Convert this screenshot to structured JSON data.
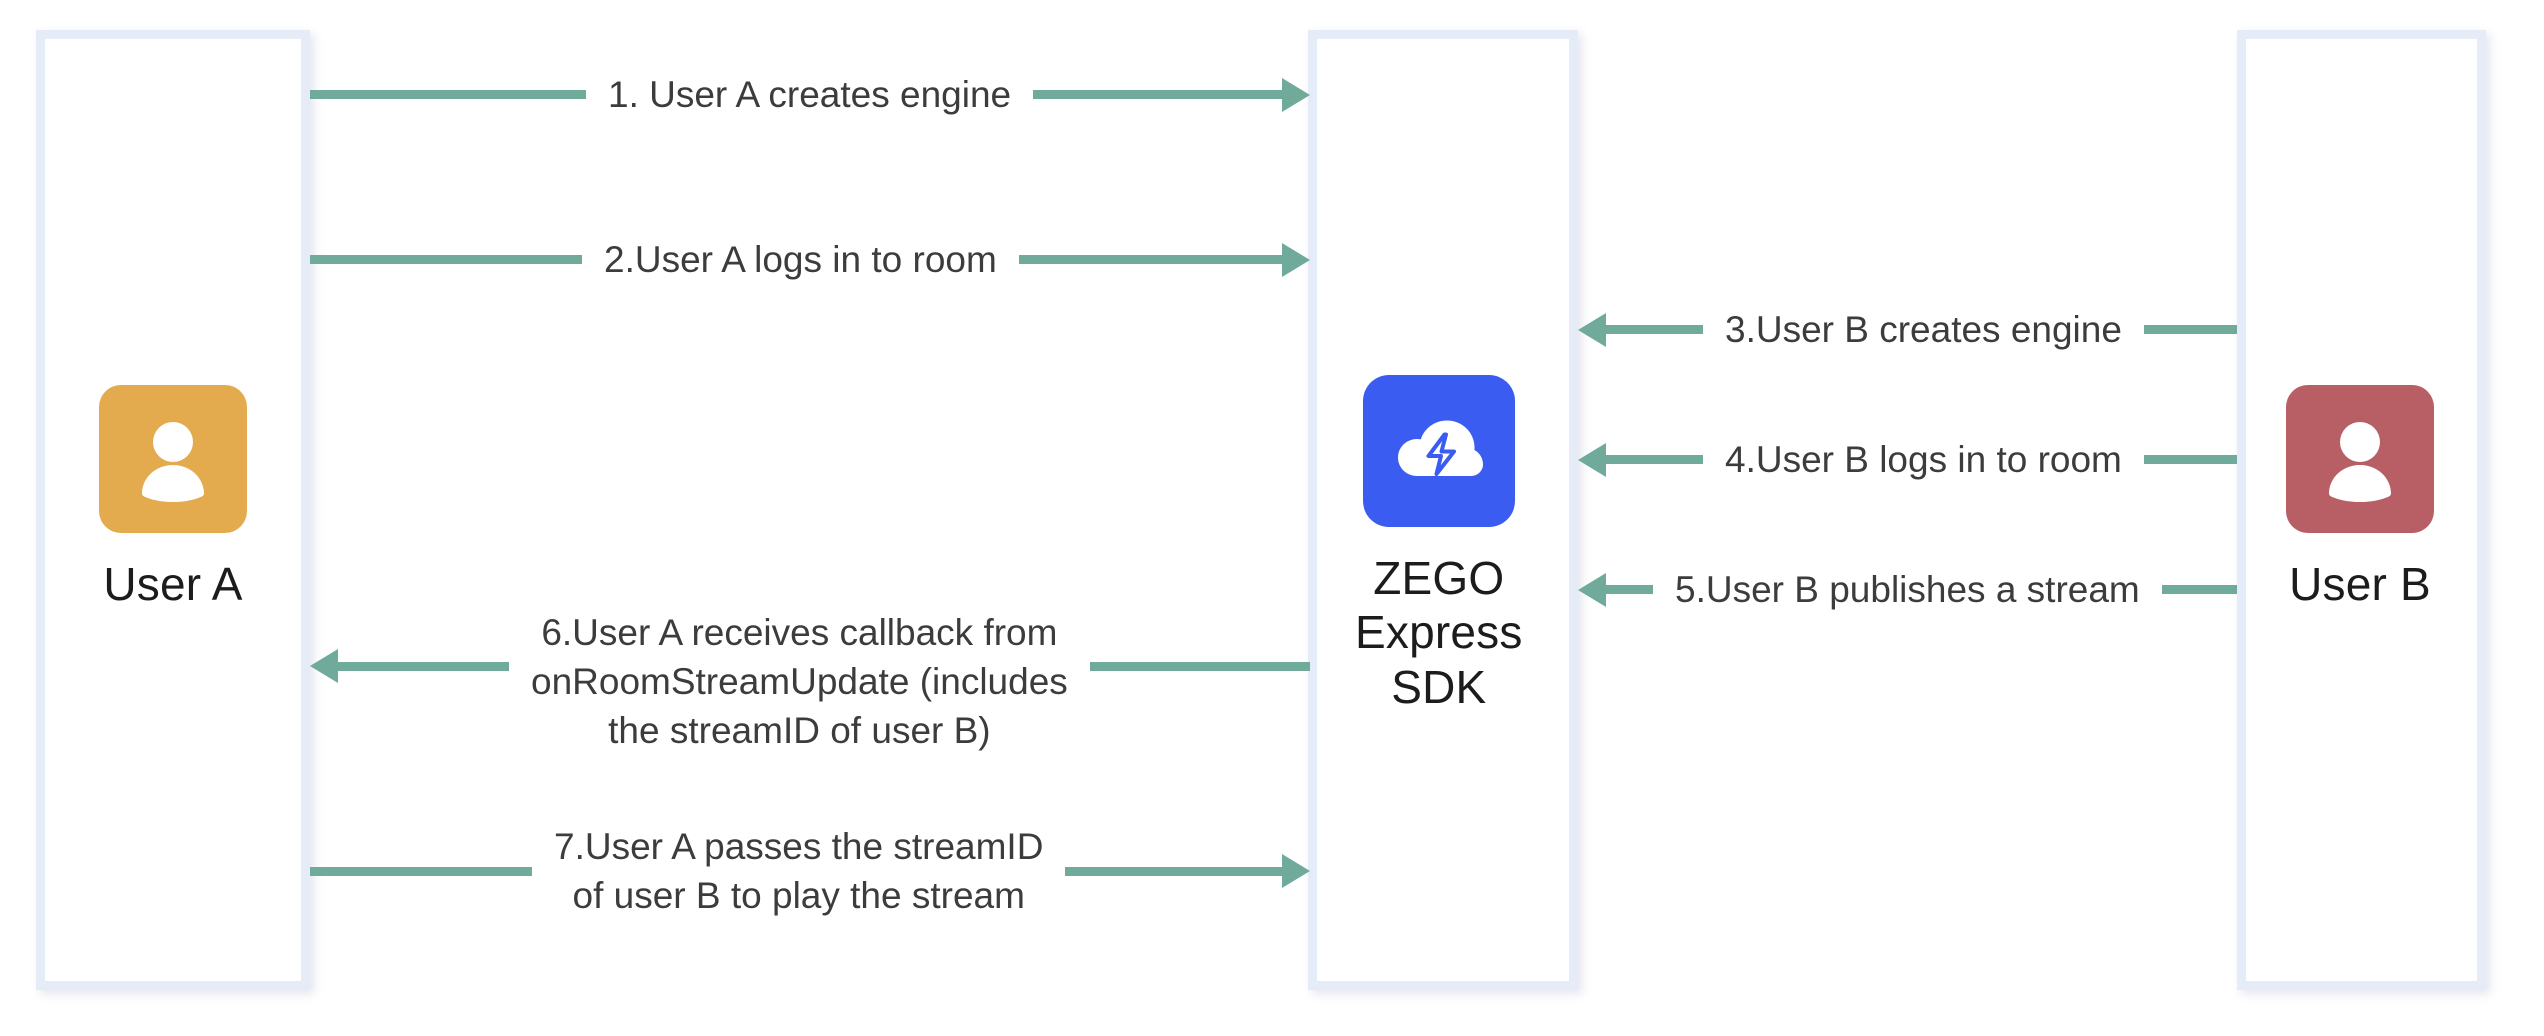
{
  "diagram": {
    "title": "ZEGO Express SDK publish and play sequence",
    "colors": {
      "arrow": "#6faa9b",
      "lifeline_border": "#e6ebf8",
      "user_a_avatar": "#e3ab4e",
      "user_b_avatar": "#b75f64",
      "sdk_brand": "#3a5cf0",
      "background": "#ffffff",
      "text": "#3c3c3c"
    }
  },
  "actors": [
    {
      "id": "user-a",
      "label": "User A",
      "icon": "person-avatar-icon",
      "color": "#e3ab4e"
    },
    {
      "id": "zego-express-sdk",
      "label": "ZEGO\nExpress\nSDK",
      "icon": "zego-cloud-bolt-icon",
      "color": "#3a5cf0"
    },
    {
      "id": "user-b",
      "label": "User B",
      "icon": "person-avatar-icon",
      "color": "#b75f64"
    }
  ],
  "messages": [
    {
      "step": 1,
      "label": "1. User A creates engine",
      "from": "user-a",
      "to": "zego-express-sdk",
      "direction": "right"
    },
    {
      "step": 2,
      "label": "2.User A logs in to room",
      "from": "user-a",
      "to": "zego-express-sdk",
      "direction": "right"
    },
    {
      "step": 3,
      "label": "3.User B creates engine",
      "from": "user-b",
      "to": "zego-express-sdk",
      "direction": "left"
    },
    {
      "step": 4,
      "label": "4.User B logs in to room",
      "from": "user-b",
      "to": "zego-express-sdk",
      "direction": "left"
    },
    {
      "step": 5,
      "label": "5.User B publishes a stream",
      "from": "user-b",
      "to": "zego-express-sdk",
      "direction": "left"
    },
    {
      "step": 6,
      "label": "6.User A receives callback from\nonRoomStreamUpdate (includes\nthe streamID of user B)",
      "from": "zego-express-sdk",
      "to": "user-a",
      "direction": "left"
    },
    {
      "step": 7,
      "label": "7.User A passes the streamID\nof user B to play the stream",
      "from": "user-a",
      "to": "zego-express-sdk",
      "direction": "right"
    }
  ]
}
